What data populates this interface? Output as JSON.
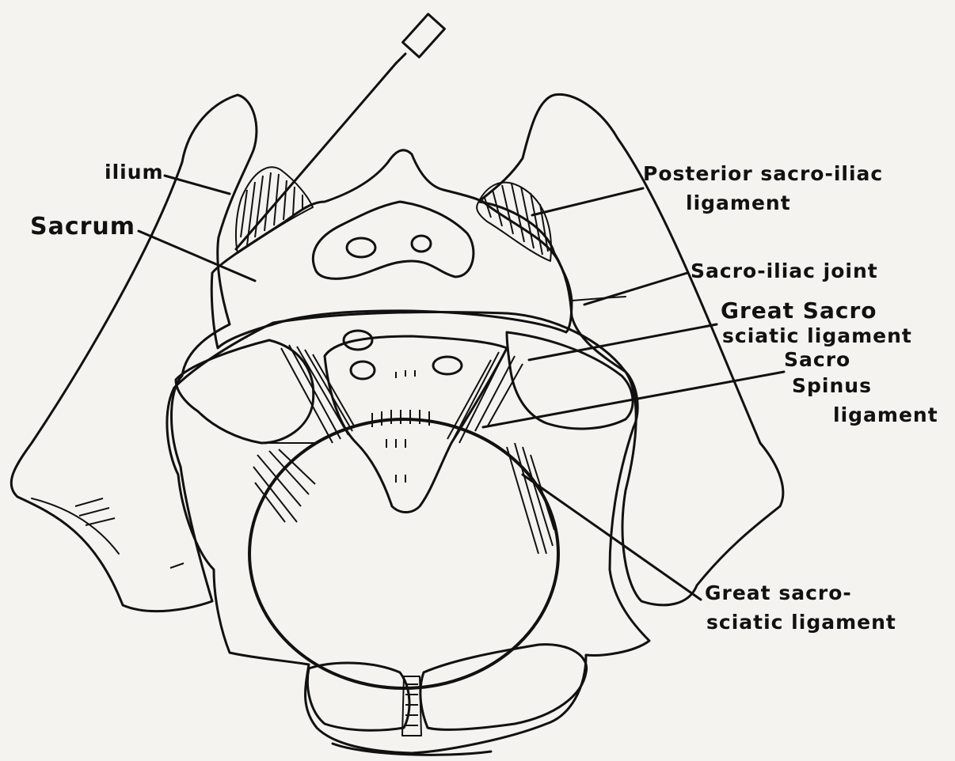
{
  "labels": {
    "ilium": "ilium",
    "sacrum": "Sacrum",
    "posterior_sacroiliac_line1": "Posterior sacro-iliac",
    "posterior_sacroiliac_line2": "ligament",
    "sacroiliac_joint": "Sacro-iliac joint",
    "great_sacrosciatic_upper_line1": "Great Sacro",
    "great_sacrosciatic_upper_line2": "sciatic ligament",
    "sacrospinus_line1": "Sacro",
    "sacrospinus_line2": "Spinus",
    "sacrospinus_line3": "ligament",
    "great_sacrosciatic_lower_line1": "Great sacro-",
    "great_sacrosciatic_lower_line2": "sciatic ligament"
  },
  "colors": {
    "paper": "#f4f3ef",
    "ink": "#111111"
  }
}
